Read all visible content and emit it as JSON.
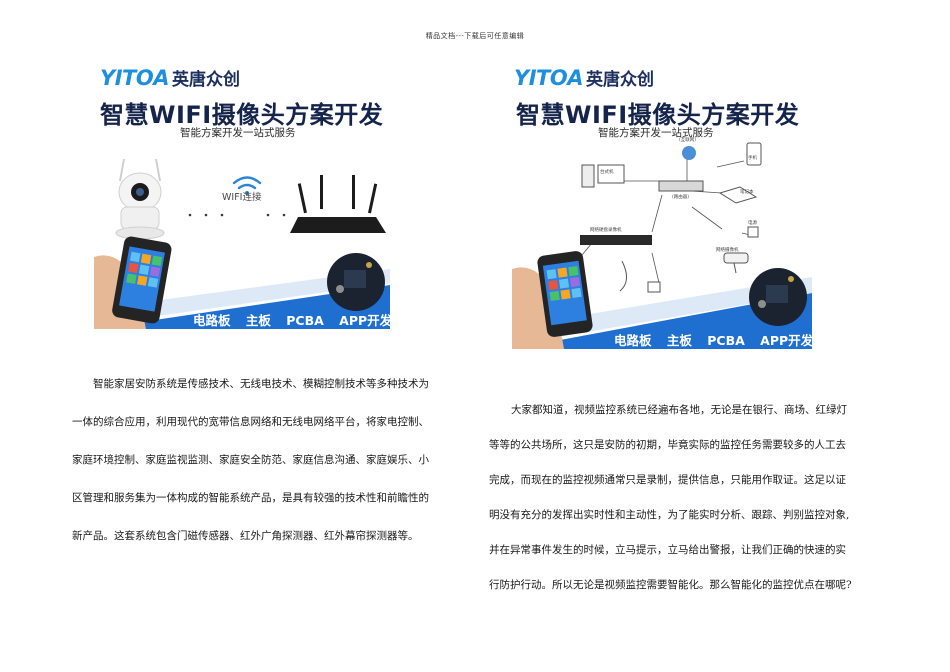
{
  "header_note": "精品文档---下载后可任意编辑",
  "banners": {
    "left": {
      "logo_mark": "YITOA",
      "logo_cn": "英唐众创",
      "title": "智慧WIFI摄像头方案开发",
      "subtitle": "智能方案开发一站式服务",
      "wifi_label": "WIFI连接",
      "services": [
        "电路板",
        "主板",
        "PCBA",
        "APP开发"
      ]
    },
    "right": {
      "logo_mark": "YITOA",
      "logo_cn": "英唐众创",
      "title": "智慧WIFI摄像头方案开发",
      "subtitle": "智能方案开发一站式服务",
      "diagram_labels": [
        "(互联网)",
        "台式机",
        "手机",
        "(路由器)",
        "笔记本",
        "网络硬盘录像机",
        "电源",
        "网络摄像机"
      ],
      "services": [
        "电路板",
        "主板",
        "PCBA",
        "APP开发"
      ]
    }
  },
  "left_text": {
    "lines": [
      "智能家居安防系统是传感技术、无线电技术、模糊控制技术等多种技术为",
      "一体的综合应用，利用现代的宽带信息网络和无线电网络平台，将家电控制、",
      "家庭环境控制、家庭监视监测、家庭安全防范、家庭信息沟通、家庭娱乐、小",
      "区管理和服务集为一体构成的智能系统产品，是具有较强的技术性和前瞻性的",
      "新产品。这套系统包含门磁传感器、红外广角探测器、红外幕帘探测器等。"
    ]
  },
  "right_text": {
    "lines": [
      "大家都知道，视频监控系统已经遍布各地，无论是在银行、商场、红绿灯",
      "等等的公共场所，这只是安防的初期，毕竟实际的监控任务需要较多的人工去",
      "完成，而现在的监控视频通常只是录制，提供信息，只能用作取证。这足以证",
      "明没有充分的发挥出实时性和主动性，为了能实时分析、跟踪、判别监控对象,",
      "并在异常事件发生的时候，立马提示，立马给出警报，让我们正确的快速的实",
      "行防护行动。所以无论是视频监控需要智能化。那么智能化的监控优点在哪呢?"
    ]
  },
  "colors": {
    "brand_blue": "#1e8fe0",
    "band_blue": "#1f6fd1",
    "title_navy": "#15244a"
  }
}
